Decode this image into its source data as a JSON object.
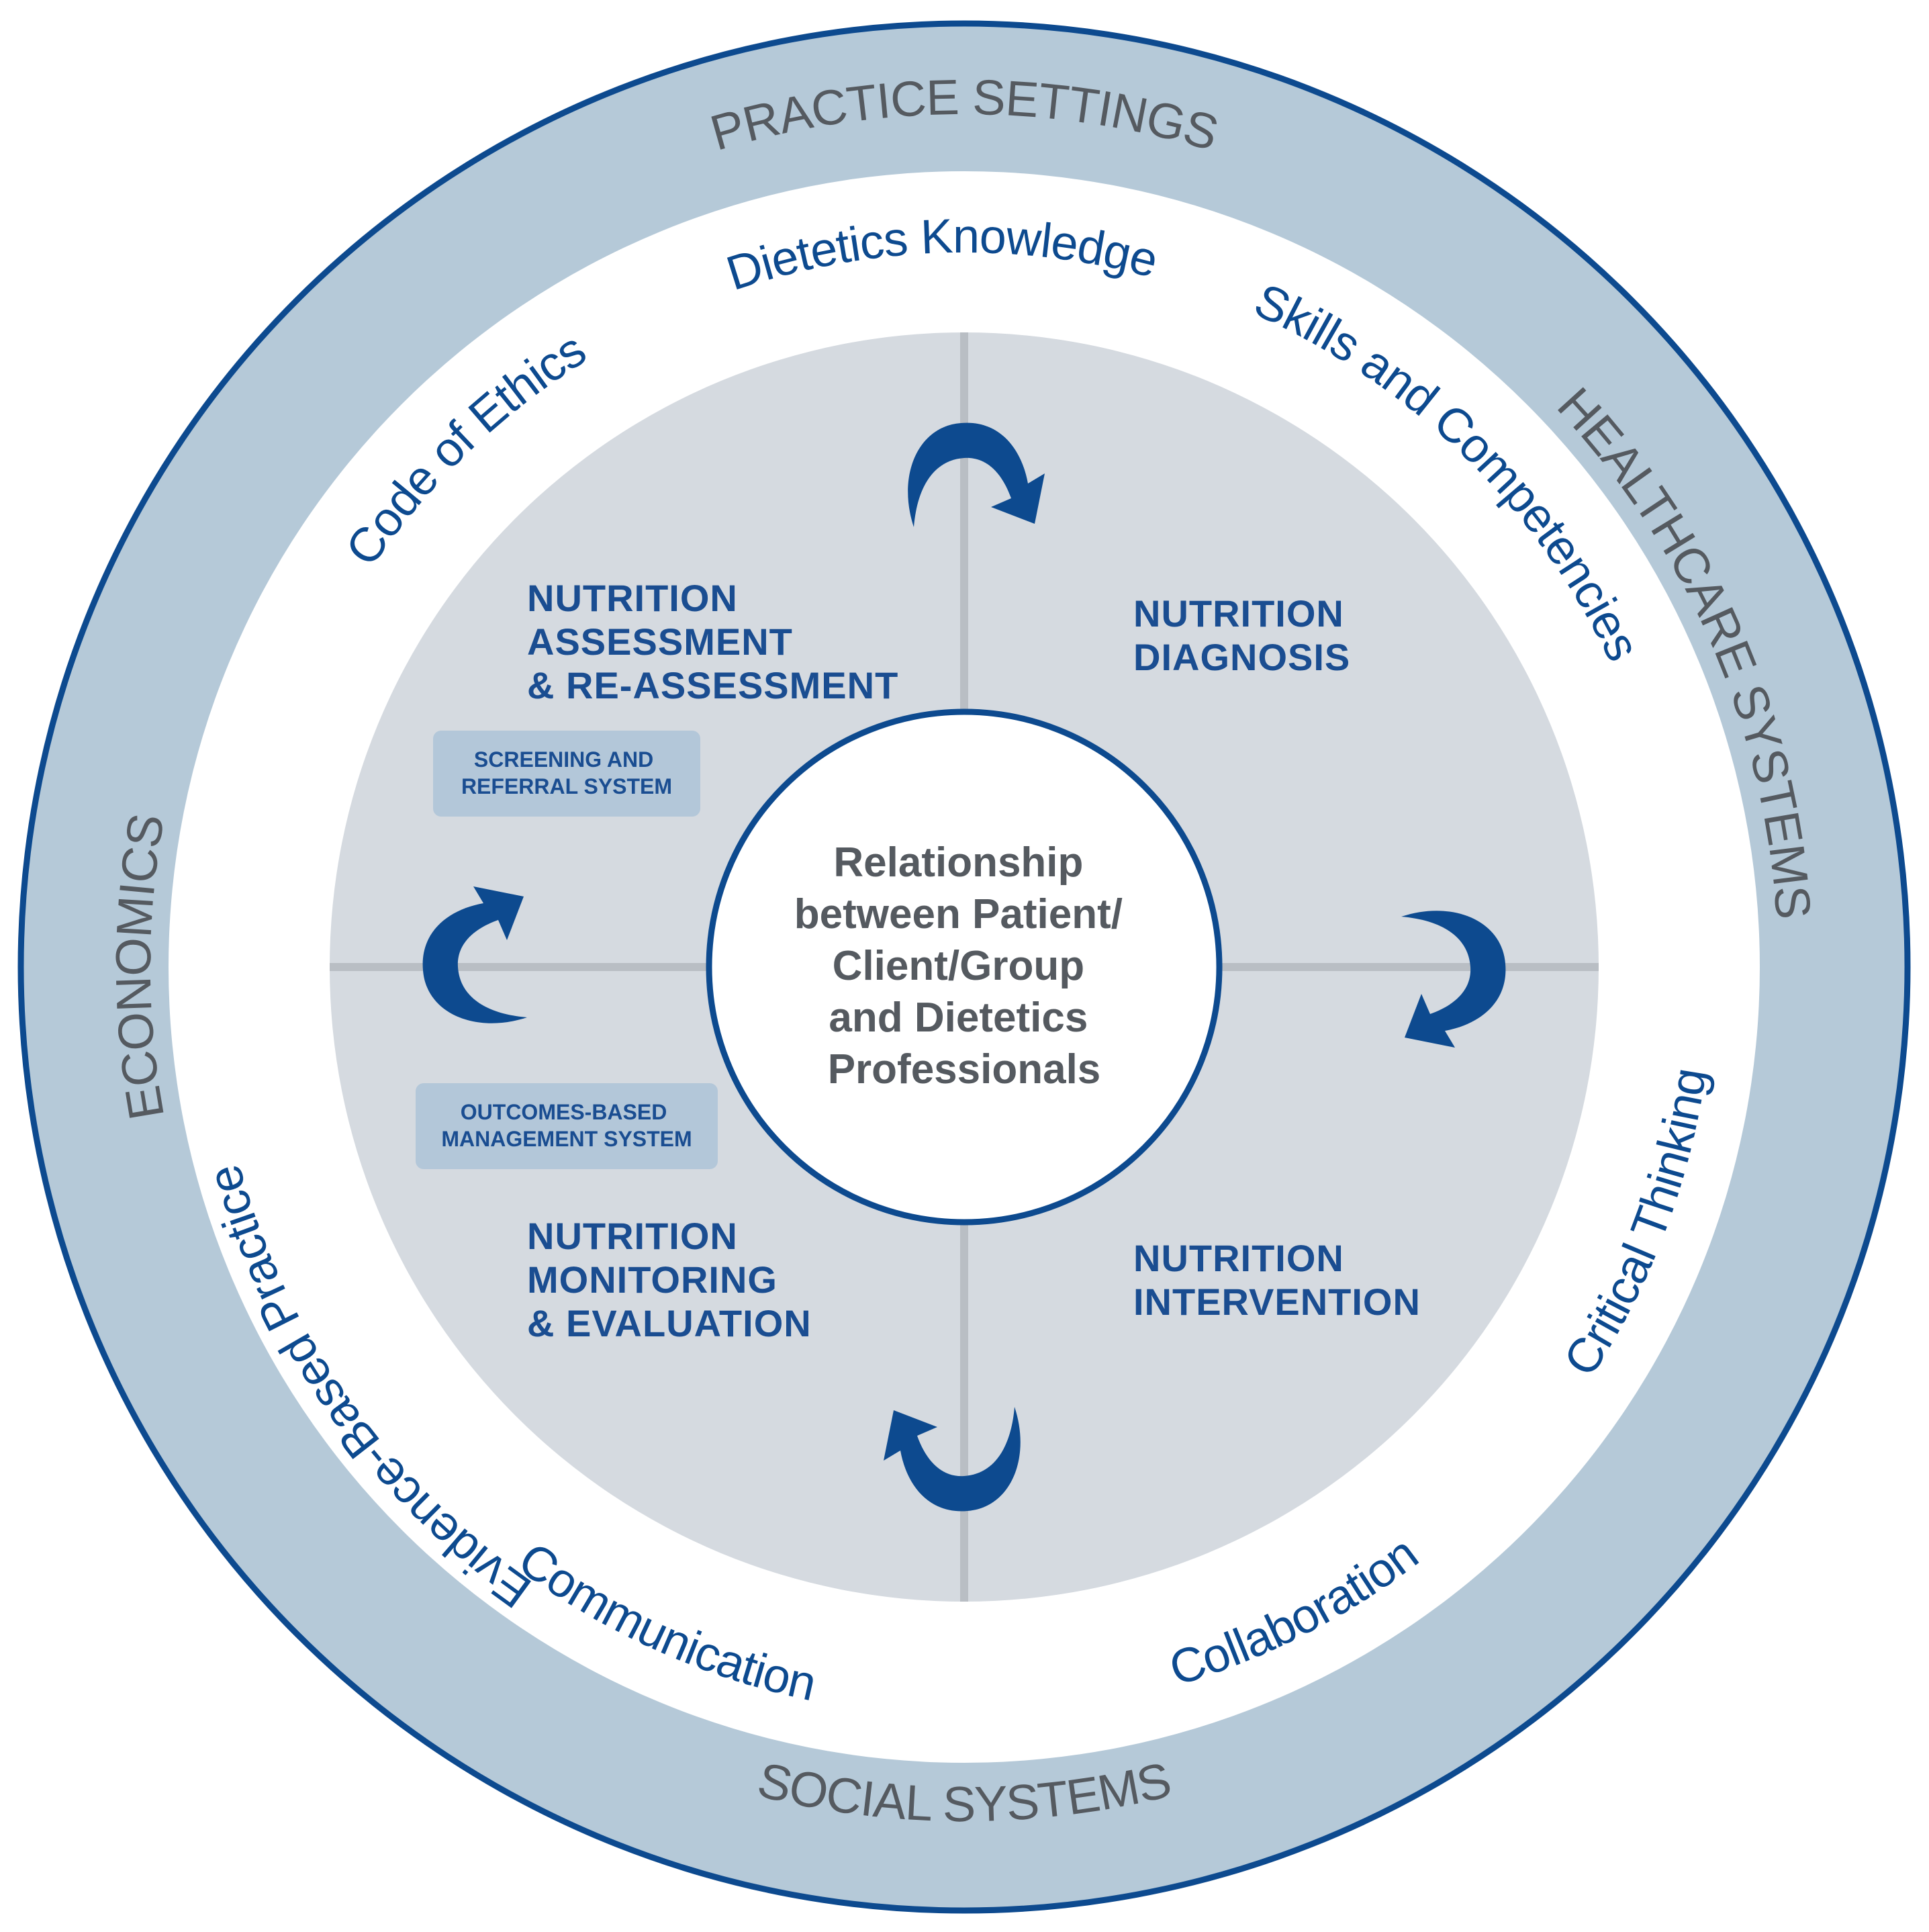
{
  "colors": {
    "outer_ring": "#b5c9d8",
    "border": "#0d4a8f",
    "inner_disc": "#d5dae0",
    "divider": "#b9bec4",
    "label_box": "#b3c7d9",
    "outer_text": "#555a60",
    "blue_text": "#0d4a8f",
    "arrow": "#0d4a8f"
  },
  "outer_ring": {
    "top": "PRACTICE SETTINGS",
    "right": "HEALTHCARE SYSTEMS",
    "bottom": "SOCIAL SYSTEMS",
    "left": "ECONOMICS"
  },
  "middle_ring": {
    "dietetics_knowledge": "Dietetics Knowledge",
    "skills_and_competencies": "Skills and Competencies",
    "critical_thinking": "Critical Thinking",
    "collaboration": "Collaboration",
    "communication": "Communication",
    "evidence_based_practice": "Evidence-Based Practice",
    "code_of_ethics": "Code of Ethics"
  },
  "steps": {
    "assessment": [
      "NUTRITION",
      "ASSESSMENT",
      "& RE-ASSESSMENT"
    ],
    "diagnosis": [
      "NUTRITION",
      "DIAGNOSIS"
    ],
    "intervention": [
      "NUTRITION",
      "INTERVENTION"
    ],
    "monitoring": [
      "NUTRITION",
      "MONITORING",
      "& EVALUATION"
    ]
  },
  "systems": {
    "screening": [
      "SCREENING AND",
      "REFERRAL SYSTEM"
    ],
    "outcomes": [
      "OUTCOMES-BASED",
      "MANAGEMENT SYSTEM"
    ]
  },
  "center": [
    "Relationship",
    "between Patient/",
    "Client/Group",
    "and Dietetics",
    "Professionals"
  ],
  "arrows": [
    "cycle-arrow-top",
    "cycle-arrow-right",
    "cycle-arrow-bottom",
    "cycle-arrow-left"
  ]
}
